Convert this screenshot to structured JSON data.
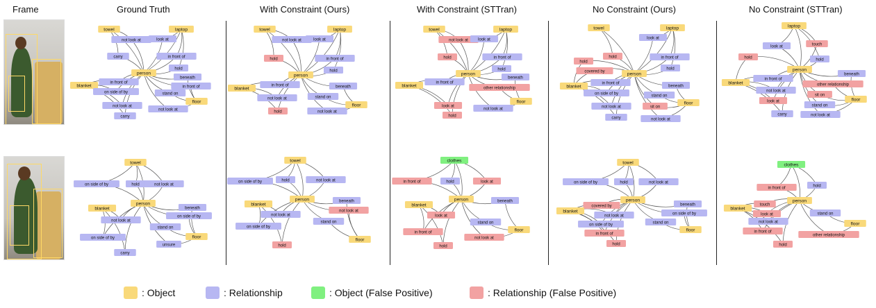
{
  "frame_label": "Frame",
  "columns": [
    "Ground Truth",
    "With Constraint (Ours)",
    "With Constraint (STTran)",
    "No Constraint (Ours)",
    "No Constraint (STTran)"
  ],
  "legend": [
    {
      "label": ": Object",
      "kind": "object"
    },
    {
      "label": ": Relationship",
      "kind": "rel"
    },
    {
      "label": ": Object (False Positive)",
      "kind": "obj_fp"
    },
    {
      "label": ": Relationship (False Positive)",
      "kind": "rel_fp"
    }
  ],
  "colors": {
    "object": "#f9d97a",
    "rel": "#b7b7f2",
    "obj_fp": "#80f080",
    "rel_fp": "#f2a2a2",
    "edge": "#555555"
  },
  "graphs": [
    {
      "panel": "r1c1",
      "nodes": [
        {
          "id": "towel",
          "label": "towel",
          "kind": "object"
        },
        {
          "id": "laptop",
          "label": "laptop",
          "kind": "object"
        },
        {
          "id": "nla1",
          "label": "not look at",
          "kind": "rel"
        },
        {
          "id": "la1",
          "label": "look at",
          "kind": "rel"
        },
        {
          "id": "carry1",
          "label": "carry",
          "kind": "rel"
        },
        {
          "id": "ifo1",
          "label": "in front of",
          "kind": "rel"
        },
        {
          "id": "hold1",
          "label": "hold",
          "kind": "rel"
        },
        {
          "id": "person",
          "label": "person",
          "kind": "object"
        },
        {
          "id": "ifo2",
          "label": "in front of",
          "kind": "rel"
        },
        {
          "id": "beneath",
          "label": "beneath",
          "kind": "rel"
        },
        {
          "id": "blanket",
          "label": "blanket",
          "kind": "object"
        },
        {
          "id": "osb",
          "label": "on side of by",
          "kind": "rel"
        },
        {
          "id": "ifo3",
          "label": "in front of",
          "kind": "rel"
        },
        {
          "id": "standon",
          "label": "stand on",
          "kind": "rel"
        },
        {
          "id": "nla2",
          "label": "not look at",
          "kind": "rel"
        },
        {
          "id": "floor",
          "label": "floor",
          "kind": "object"
        },
        {
          "id": "nla3",
          "label": "not look at",
          "kind": "rel"
        },
        {
          "id": "carry2",
          "label": "carry",
          "kind": "rel"
        }
      ]
    },
    {
      "panel": "r1c2",
      "nodes": [
        {
          "id": "towel",
          "label": "towel",
          "kind": "object"
        },
        {
          "id": "laptop",
          "label": "laptop",
          "kind": "object"
        },
        {
          "id": "nla1",
          "label": "not look at",
          "kind": "rel"
        },
        {
          "id": "la1",
          "label": "look at",
          "kind": "rel"
        },
        {
          "id": "hold_fp",
          "label": "hold",
          "kind": "rel_fp"
        },
        {
          "id": "ifo1",
          "label": "in front of",
          "kind": "rel"
        },
        {
          "id": "hold1",
          "label": "hold",
          "kind": "rel"
        },
        {
          "id": "person",
          "label": "person",
          "kind": "object"
        },
        {
          "id": "blanket",
          "label": "blanket",
          "kind": "object"
        },
        {
          "id": "ifo2",
          "label": "in front of",
          "kind": "rel"
        },
        {
          "id": "beneath",
          "label": "beneath",
          "kind": "rel"
        },
        {
          "id": "nla2",
          "label": "not look at",
          "kind": "rel"
        },
        {
          "id": "standon",
          "label": "stand on",
          "kind": "rel"
        },
        {
          "id": "hold_fp2",
          "label": "hold",
          "kind": "rel_fp"
        },
        {
          "id": "nla3",
          "label": "not look at",
          "kind": "rel"
        },
        {
          "id": "floor",
          "label": "floor",
          "kind": "object"
        }
      ]
    },
    {
      "panel": "r1c3",
      "nodes": [
        {
          "id": "towel",
          "label": "towel",
          "kind": "object"
        },
        {
          "id": "laptop",
          "label": "laptop",
          "kind": "object"
        },
        {
          "id": "nla1",
          "label": "not look at",
          "kind": "rel_fp"
        },
        {
          "id": "la1",
          "label": "look at",
          "kind": "rel"
        },
        {
          "id": "hold_fp",
          "label": "hold",
          "kind": "rel_fp"
        },
        {
          "id": "ifo1",
          "label": "in front of",
          "kind": "rel"
        },
        {
          "id": "hold1",
          "label": "hold",
          "kind": "rel"
        },
        {
          "id": "person",
          "label": "person",
          "kind": "object"
        },
        {
          "id": "beneath",
          "label": "beneath",
          "kind": "rel"
        },
        {
          "id": "blanket",
          "label": "blanket",
          "kind": "object"
        },
        {
          "id": "ifo2",
          "label": "in front of",
          "kind": "rel"
        },
        {
          "id": "other",
          "label": "other relationship",
          "kind": "rel_fp"
        },
        {
          "id": "floor",
          "label": "floor",
          "kind": "object"
        },
        {
          "id": "la2",
          "label": "look at",
          "kind": "rel_fp"
        },
        {
          "id": "nla2",
          "label": "not look at",
          "kind": "rel"
        },
        {
          "id": "hold_fp2",
          "label": "hold",
          "kind": "rel_fp"
        }
      ]
    },
    {
      "panel": "r1c4",
      "nodes": [
        {
          "id": "towel",
          "label": "towel",
          "kind": "object"
        },
        {
          "id": "laptop",
          "label": "laptop",
          "kind": "object"
        },
        {
          "id": "la1",
          "label": "look at",
          "kind": "rel"
        },
        {
          "id": "hold_fp",
          "label": "hold",
          "kind": "rel_fp"
        },
        {
          "id": "ifo1",
          "label": "in front of",
          "kind": "rel"
        },
        {
          "id": "hold_fp2",
          "label": "hold",
          "kind": "rel_fp"
        },
        {
          "id": "hold1",
          "label": "hold",
          "kind": "rel"
        },
        {
          "id": "cb",
          "label": "covered by",
          "kind": "rel_fp"
        },
        {
          "id": "person",
          "label": "person",
          "kind": "object"
        },
        {
          "id": "ifo2",
          "label": "in front of",
          "kind": "rel"
        },
        {
          "id": "blanket",
          "label": "blanket",
          "kind": "object"
        },
        {
          "id": "beneath",
          "label": "beneath",
          "kind": "rel"
        },
        {
          "id": "osb",
          "label": "on side of by",
          "kind": "rel"
        },
        {
          "id": "standon",
          "label": "stand on",
          "kind": "rel"
        },
        {
          "id": "nla1",
          "label": "not look at",
          "kind": "rel"
        },
        {
          "id": "siton",
          "label": "sit on",
          "kind": "rel_fp"
        },
        {
          "id": "floor",
          "label": "floor",
          "kind": "object"
        },
        {
          "id": "carry",
          "label": "carry",
          "kind": "rel"
        },
        {
          "id": "nla2",
          "label": "not look at",
          "kind": "rel"
        }
      ]
    },
    {
      "panel": "r1c5",
      "nodes": [
        {
          "id": "laptop",
          "label": "laptop",
          "kind": "object"
        },
        {
          "id": "la1",
          "label": "look at",
          "kind": "rel"
        },
        {
          "id": "touch",
          "label": "touch",
          "kind": "rel_fp"
        },
        {
          "id": "hold_fp",
          "label": "hold",
          "kind": "rel_fp"
        },
        {
          "id": "hold1",
          "label": "hold",
          "kind": "rel"
        },
        {
          "id": "person",
          "label": "person",
          "kind": "object"
        },
        {
          "id": "beneath",
          "label": "beneath",
          "kind": "rel"
        },
        {
          "id": "ifo1",
          "label": "in front of",
          "kind": "rel"
        },
        {
          "id": "blanket",
          "label": "blanket",
          "kind": "object"
        },
        {
          "id": "other",
          "label": "other relationship",
          "kind": "rel_fp"
        },
        {
          "id": "nla1",
          "label": "not look at",
          "kind": "rel"
        },
        {
          "id": "siton",
          "label": "sit on",
          "kind": "rel_fp"
        },
        {
          "id": "la2",
          "label": "look at",
          "kind": "rel_fp"
        },
        {
          "id": "floor",
          "label": "floor",
          "kind": "object"
        },
        {
          "id": "standon",
          "label": "stand on",
          "kind": "rel"
        },
        {
          "id": "carry",
          "label": "carry",
          "kind": "rel"
        },
        {
          "id": "nla2",
          "label": "not look at",
          "kind": "rel"
        }
      ]
    },
    {
      "panel": "r2c1",
      "nodes": [
        {
          "id": "towel",
          "label": "towel",
          "kind": "object"
        },
        {
          "id": "osb1",
          "label": "on side of by",
          "kind": "rel"
        },
        {
          "id": "hold",
          "label": "hold",
          "kind": "rel"
        },
        {
          "id": "nla1",
          "label": "not look at",
          "kind": "rel"
        },
        {
          "id": "person",
          "label": "person",
          "kind": "object"
        },
        {
          "id": "blanket",
          "label": "blanket",
          "kind": "object"
        },
        {
          "id": "beneath",
          "label": "beneath",
          "kind": "rel"
        },
        {
          "id": "osb2",
          "label": "on side of by",
          "kind": "rel"
        },
        {
          "id": "nla2",
          "label": "not look at",
          "kind": "rel"
        },
        {
          "id": "standon",
          "label": "stand on",
          "kind": "rel"
        },
        {
          "id": "osb3",
          "label": "on side of by",
          "kind": "rel"
        },
        {
          "id": "floor",
          "label": "floor",
          "kind": "object"
        },
        {
          "id": "unsure",
          "label": "unsure",
          "kind": "rel"
        },
        {
          "id": "carry",
          "label": "carry",
          "kind": "rel"
        }
      ]
    },
    {
      "panel": "r2c2",
      "nodes": [
        {
          "id": "towel",
          "label": "towel",
          "kind": "object"
        },
        {
          "id": "osb1",
          "label": "on side of by",
          "kind": "rel"
        },
        {
          "id": "hold",
          "label": "hold",
          "kind": "rel"
        },
        {
          "id": "nla1",
          "label": "not look at",
          "kind": "rel"
        },
        {
          "id": "person",
          "label": "person",
          "kind": "object"
        },
        {
          "id": "blanket",
          "label": "blanket",
          "kind": "object"
        },
        {
          "id": "beneath",
          "label": "beneath",
          "kind": "rel"
        },
        {
          "id": "nla_fp",
          "label": "not look at",
          "kind": "rel_fp"
        },
        {
          "id": "nla2",
          "label": "not look at",
          "kind": "rel"
        },
        {
          "id": "standon",
          "label": "stand on",
          "kind": "rel"
        },
        {
          "id": "osb2",
          "label": "on side of by",
          "kind": "rel"
        },
        {
          "id": "floor",
          "label": "floor",
          "kind": "object"
        },
        {
          "id": "hold_fp",
          "label": "hold",
          "kind": "rel_fp"
        }
      ]
    },
    {
      "panel": "r2c3",
      "nodes": [
        {
          "id": "clothes",
          "label": "clothes",
          "kind": "obj_fp"
        },
        {
          "id": "ifo_fp",
          "label": "in front of",
          "kind": "rel_fp"
        },
        {
          "id": "hold",
          "label": "hold",
          "kind": "rel"
        },
        {
          "id": "la_fp",
          "label": "look at",
          "kind": "rel_fp"
        },
        {
          "id": "person",
          "label": "person",
          "kind": "object"
        },
        {
          "id": "beneath",
          "label": "beneath",
          "kind": "rel"
        },
        {
          "id": "blanket",
          "label": "blanket",
          "kind": "object"
        },
        {
          "id": "la_fp2",
          "label": "look at",
          "kind": "rel_fp"
        },
        {
          "id": "standon",
          "label": "stand on",
          "kind": "rel"
        },
        {
          "id": "ifo_fp2",
          "label": "in front of",
          "kind": "rel_fp"
        },
        {
          "id": "floor",
          "label": "floor",
          "kind": "object"
        },
        {
          "id": "nla_fp",
          "label": "not look at",
          "kind": "rel_fp"
        },
        {
          "id": "hold_fp",
          "label": "hold",
          "kind": "rel_fp"
        }
      ]
    },
    {
      "panel": "r2c4",
      "nodes": [
        {
          "id": "towel",
          "label": "towel",
          "kind": "object"
        },
        {
          "id": "osb1",
          "label": "on side of by",
          "kind": "rel"
        },
        {
          "id": "hold",
          "label": "hold",
          "kind": "rel"
        },
        {
          "id": "nla1",
          "label": "not look at",
          "kind": "rel"
        },
        {
          "id": "person",
          "label": "person",
          "kind": "object"
        },
        {
          "id": "beneath",
          "label": "beneath",
          "kind": "rel"
        },
        {
          "id": "cb",
          "label": "covered by",
          "kind": "rel_fp"
        },
        {
          "id": "osb2",
          "label": "on side of by",
          "kind": "rel"
        },
        {
          "id": "blanket",
          "label": "blanket",
          "kind": "object"
        },
        {
          "id": "nla2",
          "label": "not look at",
          "kind": "rel"
        },
        {
          "id": "standon",
          "label": "stand on",
          "kind": "rel"
        },
        {
          "id": "osb3",
          "label": "on side of by",
          "kind": "rel"
        },
        {
          "id": "ifo_fp",
          "label": "in front of",
          "kind": "rel_fp"
        },
        {
          "id": "floor",
          "label": "floor",
          "kind": "object"
        },
        {
          "id": "hold_fp",
          "label": "hold",
          "kind": "rel_fp"
        }
      ]
    },
    {
      "panel": "r2c5",
      "nodes": [
        {
          "id": "clothes",
          "label": "clothes",
          "kind": "obj_fp"
        },
        {
          "id": "ifo_fp",
          "label": "in front of",
          "kind": "rel_fp"
        },
        {
          "id": "hold",
          "label": "hold",
          "kind": "rel"
        },
        {
          "id": "person",
          "label": "person",
          "kind": "object"
        },
        {
          "id": "blanket",
          "label": "blanket",
          "kind": "object"
        },
        {
          "id": "touch",
          "label": "touch",
          "kind": "rel_fp"
        },
        {
          "id": "standon",
          "label": "stand on",
          "kind": "rel"
        },
        {
          "id": "la_fp",
          "label": "look at",
          "kind": "rel_fp"
        },
        {
          "id": "nla",
          "label": "not look at",
          "kind": "rel"
        },
        {
          "id": "floor",
          "label": "floor",
          "kind": "object"
        },
        {
          "id": "ifo_fp2",
          "label": "in front of",
          "kind": "rel_fp"
        },
        {
          "id": "other",
          "label": "other relationship",
          "kind": "rel_fp"
        },
        {
          "id": "hold_fp",
          "label": "hold",
          "kind": "rel_fp"
        }
      ]
    }
  ]
}
